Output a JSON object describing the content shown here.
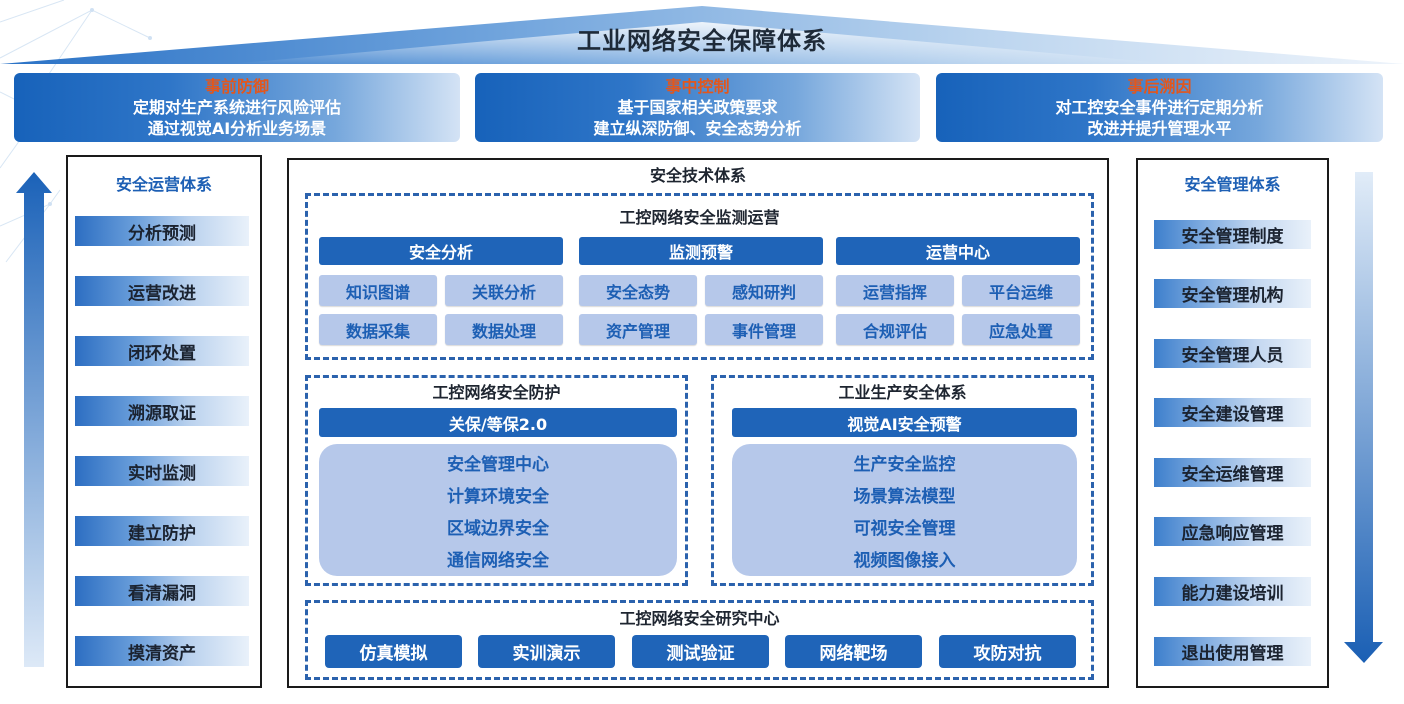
{
  "title": "工业网络安全保障体系",
  "phases": [
    {
      "name": "事前防御",
      "lines": [
        "定期对生产系统进行风险评估",
        "通过视觉AI分析业务场景"
      ]
    },
    {
      "name": "事中控制",
      "lines": [
        "基于国家相关政策要求",
        "建立纵深防御、安全态势分析"
      ]
    },
    {
      "name": "事后溯因",
      "lines": [
        "对工控安全事件进行定期分析",
        "改进并提升管理水平"
      ]
    }
  ],
  "operations_system": {
    "title": "安全运营体系",
    "items": [
      "分析预测",
      "运营改进",
      "闭环处置",
      "溯源取证",
      "实时监测",
      "建立防护",
      "看清漏洞",
      "摸清资产"
    ],
    "arrow_icon": "arrow-up-icon"
  },
  "technology_system": {
    "title": "安全技术体系",
    "monitoring": {
      "title": "工控网络安全监测运营",
      "groups": [
        {
          "header": "安全分析",
          "items": [
            "知识图谱",
            "关联分析",
            "数据采集",
            "数据处理"
          ]
        },
        {
          "header": "监测预警",
          "items": [
            "安全态势",
            "感知研判",
            "资产管理",
            "事件管理"
          ]
        },
        {
          "header": "运营中心",
          "items": [
            "运营指挥",
            "平台运维",
            "合规评估",
            "应急处置"
          ]
        }
      ]
    },
    "protection": {
      "title": "工控网络安全防护",
      "header": "关保/等保2.0",
      "items": [
        "安全管理中心",
        "计算环境安全",
        "区域边界安全",
        "通信网络安全"
      ]
    },
    "production": {
      "title": "工业生产安全体系",
      "header": "视觉AI安全预警",
      "items": [
        "生产安全监控",
        "场景算法模型",
        "可视安全管理",
        "视频图像接入"
      ]
    },
    "research": {
      "title": "工控网络安全研究中心",
      "items": [
        "仿真模拟",
        "实训演示",
        "测试验证",
        "网络靶场",
        "攻防对抗"
      ]
    }
  },
  "management_system": {
    "title": "安全管理体系",
    "items": [
      "安全管理制度",
      "安全管理机构",
      "安全管理人员",
      "安全建设管理",
      "安全运维管理",
      "应急响应管理",
      "能力建设培训",
      "退出使用管理"
    ],
    "arrow_icon": "arrow-down-icon"
  },
  "colors": {
    "primary_blue": "#1f64b8",
    "phase_title": "#e2571d",
    "light_blue": "#b6c8ea",
    "text_blue": "#1d5fb4",
    "frame": "#1a1a1a",
    "dashed_border": "#2b62ad"
  }
}
